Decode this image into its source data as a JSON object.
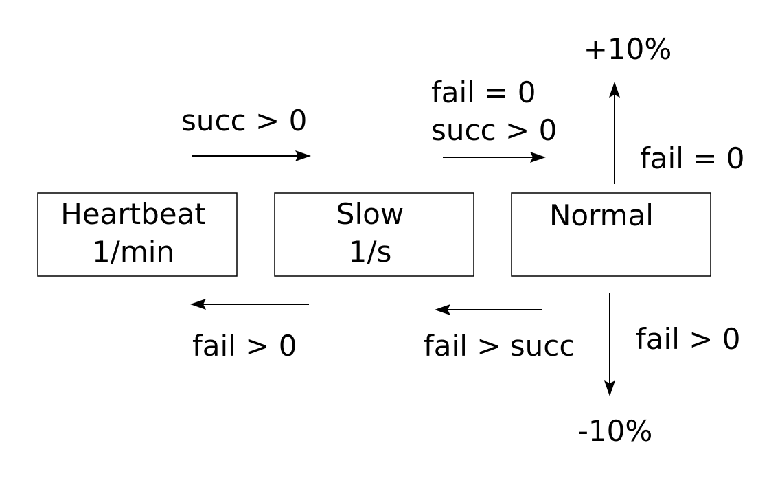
{
  "states": {
    "heartbeat": {
      "name": "Heartbeat",
      "rate": "1/min"
    },
    "slow": {
      "name": "Slow",
      "rate": "1/s"
    },
    "normal": {
      "name": "Normal"
    }
  },
  "transitions": {
    "heartbeat_to_slow": "succ > 0",
    "slow_to_normal_line1": "fail = 0",
    "slow_to_normal_line2": "succ > 0",
    "slow_to_heartbeat": "fail > 0",
    "normal_to_slow": "fail > succ",
    "normal_increase_condition": "fail = 0",
    "normal_increase_result": "+10%",
    "normal_decrease_condition": "fail > 0",
    "normal_decrease_result": "-10%"
  }
}
